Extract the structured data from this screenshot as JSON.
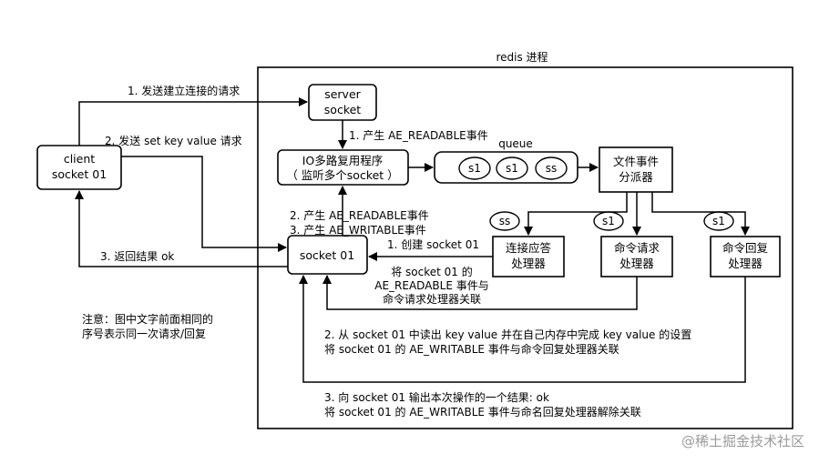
{
  "container": {
    "title": "redis 进程"
  },
  "nodes": {
    "client": [
      "client",
      "socket 01"
    ],
    "server_socket": [
      "server",
      "socket"
    ],
    "io_multiplexer": [
      "IO多路复用程序",
      "（ 监听多个socket ）"
    ],
    "queue": {
      "label": "queue",
      "items": [
        "s1",
        "s1",
        "ss"
      ]
    },
    "dispatcher": [
      "文件事件",
      "分派器"
    ],
    "socket01": [
      "socket 01"
    ],
    "accept_handler": {
      "tag": "ss",
      "lines": [
        "连接应答",
        "处理器"
      ]
    },
    "request_handler": {
      "tag": "s1",
      "lines": [
        "命令请求",
        "处理器"
      ]
    },
    "reply_handler": {
      "tag": "s1",
      "lines": [
        "命令回复",
        "处理器"
      ]
    }
  },
  "edge_labels": {
    "send_connect": "1. 发送建立连接的请求",
    "send_set": "2. 发送 set key value 请求",
    "return_ok": "3. 返回结果 ok",
    "produce_readable": "1. 产生 AE_READABLE事件",
    "produce_2": "2. 产生 AE_READABLE事件",
    "produce_3": "3. 产生 AE_WRITABLE事件",
    "create_socket": "1. 创建 socket 01",
    "associate": [
      "将 socket 01 的",
      "AE_READABLE 事件与",
      "命令请求处理器关联"
    ],
    "step2": [
      "2. 从 socket 01 中读出 key value 并在自己内存中完成 key value 的设置",
      "将 socket 01 的 AE_WRITABLE 事件与命令回复处理器关联"
    ],
    "step3": [
      "3. 向 socket 01 输出本次操作的一个结果: ok",
      "将 socket 01 的 AE_WRITABLE 事件与命名回复处理器解除关联"
    ]
  },
  "note": [
    "注意：图中文字前面相同的",
    "序号表示同一次请求/回复"
  ],
  "watermark": "@稀土掘金技术社区"
}
